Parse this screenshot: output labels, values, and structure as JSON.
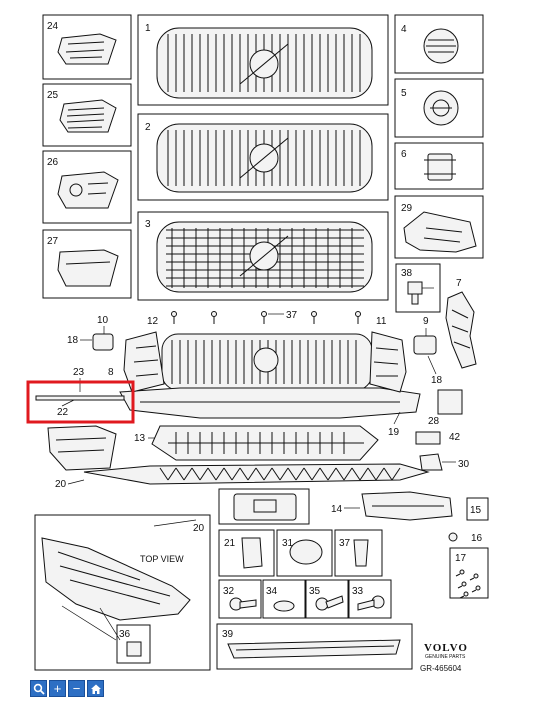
{
  "diagram": {
    "top_view_label": "TOP VIEW",
    "brand_name": "VOLVO",
    "brand_sub": "GENUINE PARTS",
    "reference": "GR-465604",
    "highlight_color": "#e0191f",
    "callouts": {
      "c1": "1",
      "c2": "2",
      "c3": "3",
      "c4": "4",
      "c5": "5",
      "c6": "6",
      "c7": "7",
      "c8": "8",
      "c9": "9",
      "c10": "10",
      "c11": "11",
      "c12": "12",
      "c13": "13",
      "c14": "14",
      "c15": "15",
      "c16": "16",
      "c17": "17",
      "c18a": "18",
      "c18b": "18",
      "c19": "19",
      "c20a": "20",
      "c20b": "20",
      "c21": "21",
      "c22": "22",
      "c23": "23",
      "c24": "24",
      "c25": "25",
      "c26": "26",
      "c27": "27",
      "c28": "28",
      "c29": "29",
      "c30": "30",
      "c31": "31",
      "c32": "32",
      "c33": "33",
      "c34": "34",
      "c35": "35",
      "c36": "36",
      "c37a": "37",
      "c37b": "37",
      "c38": "38",
      "c39": "39",
      "c42": "42"
    }
  },
  "toolbar": {
    "buttons": [
      {
        "name": "zoom-select-button",
        "icon": "magnifier-icon"
      },
      {
        "name": "zoom-in-button",
        "icon": "plus-icon",
        "label": "+"
      },
      {
        "name": "zoom-out-button",
        "icon": "minus-icon",
        "label": "−"
      },
      {
        "name": "home-button",
        "icon": "home-icon"
      }
    ]
  }
}
